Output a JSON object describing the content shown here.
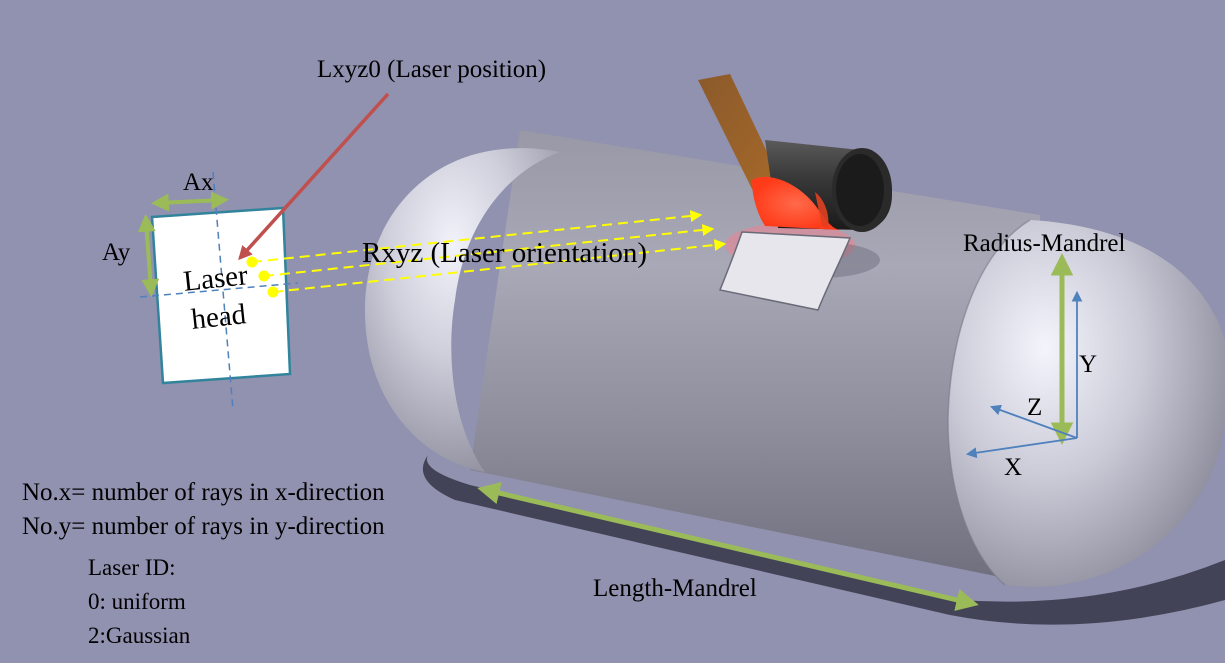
{
  "labels": {
    "laser_position": "Lxyz0 (Laser position)",
    "laser_orientation": "Rxyz (Laser orientation)",
    "ax": "Ax",
    "ay": "Ay",
    "laser_head_line1": "Laser",
    "laser_head_line2": "head",
    "radius_mandrel": "Radius-Mandrel",
    "length_mandrel": "Length-Mandrel",
    "axis_x": "X",
    "axis_y": "Y",
    "axis_z": "Z"
  },
  "notes": {
    "no_x": "No.x= number of rays in x-direction",
    "no_y": "No.y= number of rays in y-direction",
    "laser_id_title": "Laser ID:",
    "laser_id_0": "0: uniform",
    "laser_id_2": "2:Gaussian"
  },
  "colors": {
    "background": "#9191b0",
    "dimension_arrow": "#9bbb59",
    "position_arrow": "#c0504d",
    "ray_arrows": "#ffff00",
    "axis_arrows": "#4f81bd",
    "laser_head_border": "#31849b",
    "tape": "#8b5a2b",
    "laser_spot": "#ff3b1a"
  }
}
